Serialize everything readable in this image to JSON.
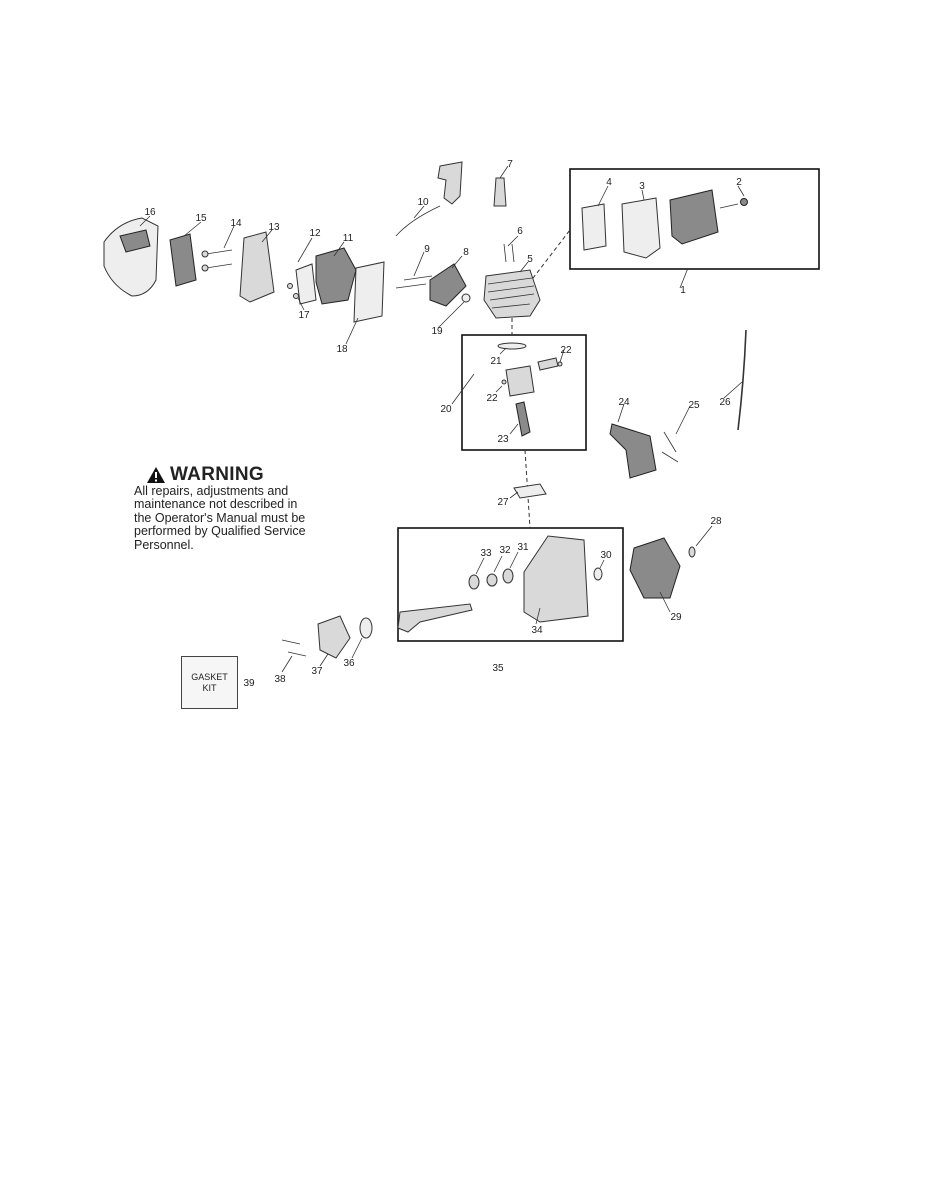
{
  "warning": {
    "title": "WARNING",
    "lines": [
      "All repairs, adjustments and",
      "maintenance not described in",
      "the Operator's Manual must be",
      "performed by Qualified Service",
      "Personnel."
    ]
  },
  "gasket_kit": {
    "line1": "GASKET",
    "line2": "KIT"
  },
  "callouts": [
    "1",
    "2",
    "3",
    "4",
    "5",
    "6",
    "7",
    "8",
    "9",
    "10",
    "11",
    "12",
    "13",
    "14",
    "15",
    "16",
    "17",
    "18",
    "19",
    "20",
    "21",
    "22",
    "22",
    "23",
    "24",
    "25",
    "26",
    "27",
    "28",
    "29",
    "30",
    "31",
    "32",
    "33",
    "34",
    "35",
    "36",
    "37",
    "38",
    "39"
  ]
}
